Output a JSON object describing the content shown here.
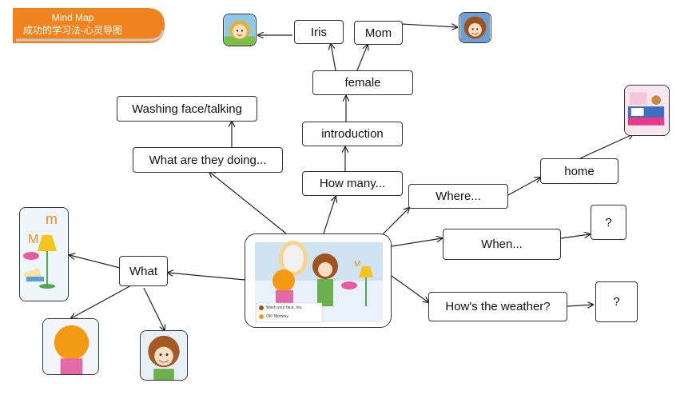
{
  "header": {
    "title_en": "Mind Map",
    "title_cn": "成功的学习法-心灵导图",
    "banner_color": "#f0831e"
  },
  "nodes": {
    "washing": "Washing face/talking",
    "doing": "What are they doing...",
    "iris": "Iris",
    "mom": "Mom",
    "female": "female",
    "introduction": "introduction",
    "how_many": "How many...",
    "where": "Where...",
    "home": "home",
    "when": "When...",
    "q1": "?",
    "weather": "How's the weather?",
    "q2": "?",
    "what": "What"
  },
  "center_scene": {
    "bubble1": "Wash your face, Iris.",
    "bubble2": "OK! Mommy."
  },
  "icons": [
    "girl-avatar-icon",
    "mother-avatar-icon",
    "bedroom-icon",
    "bathroom-items-icon",
    "girl-back-icon",
    "mother-face-icon"
  ]
}
